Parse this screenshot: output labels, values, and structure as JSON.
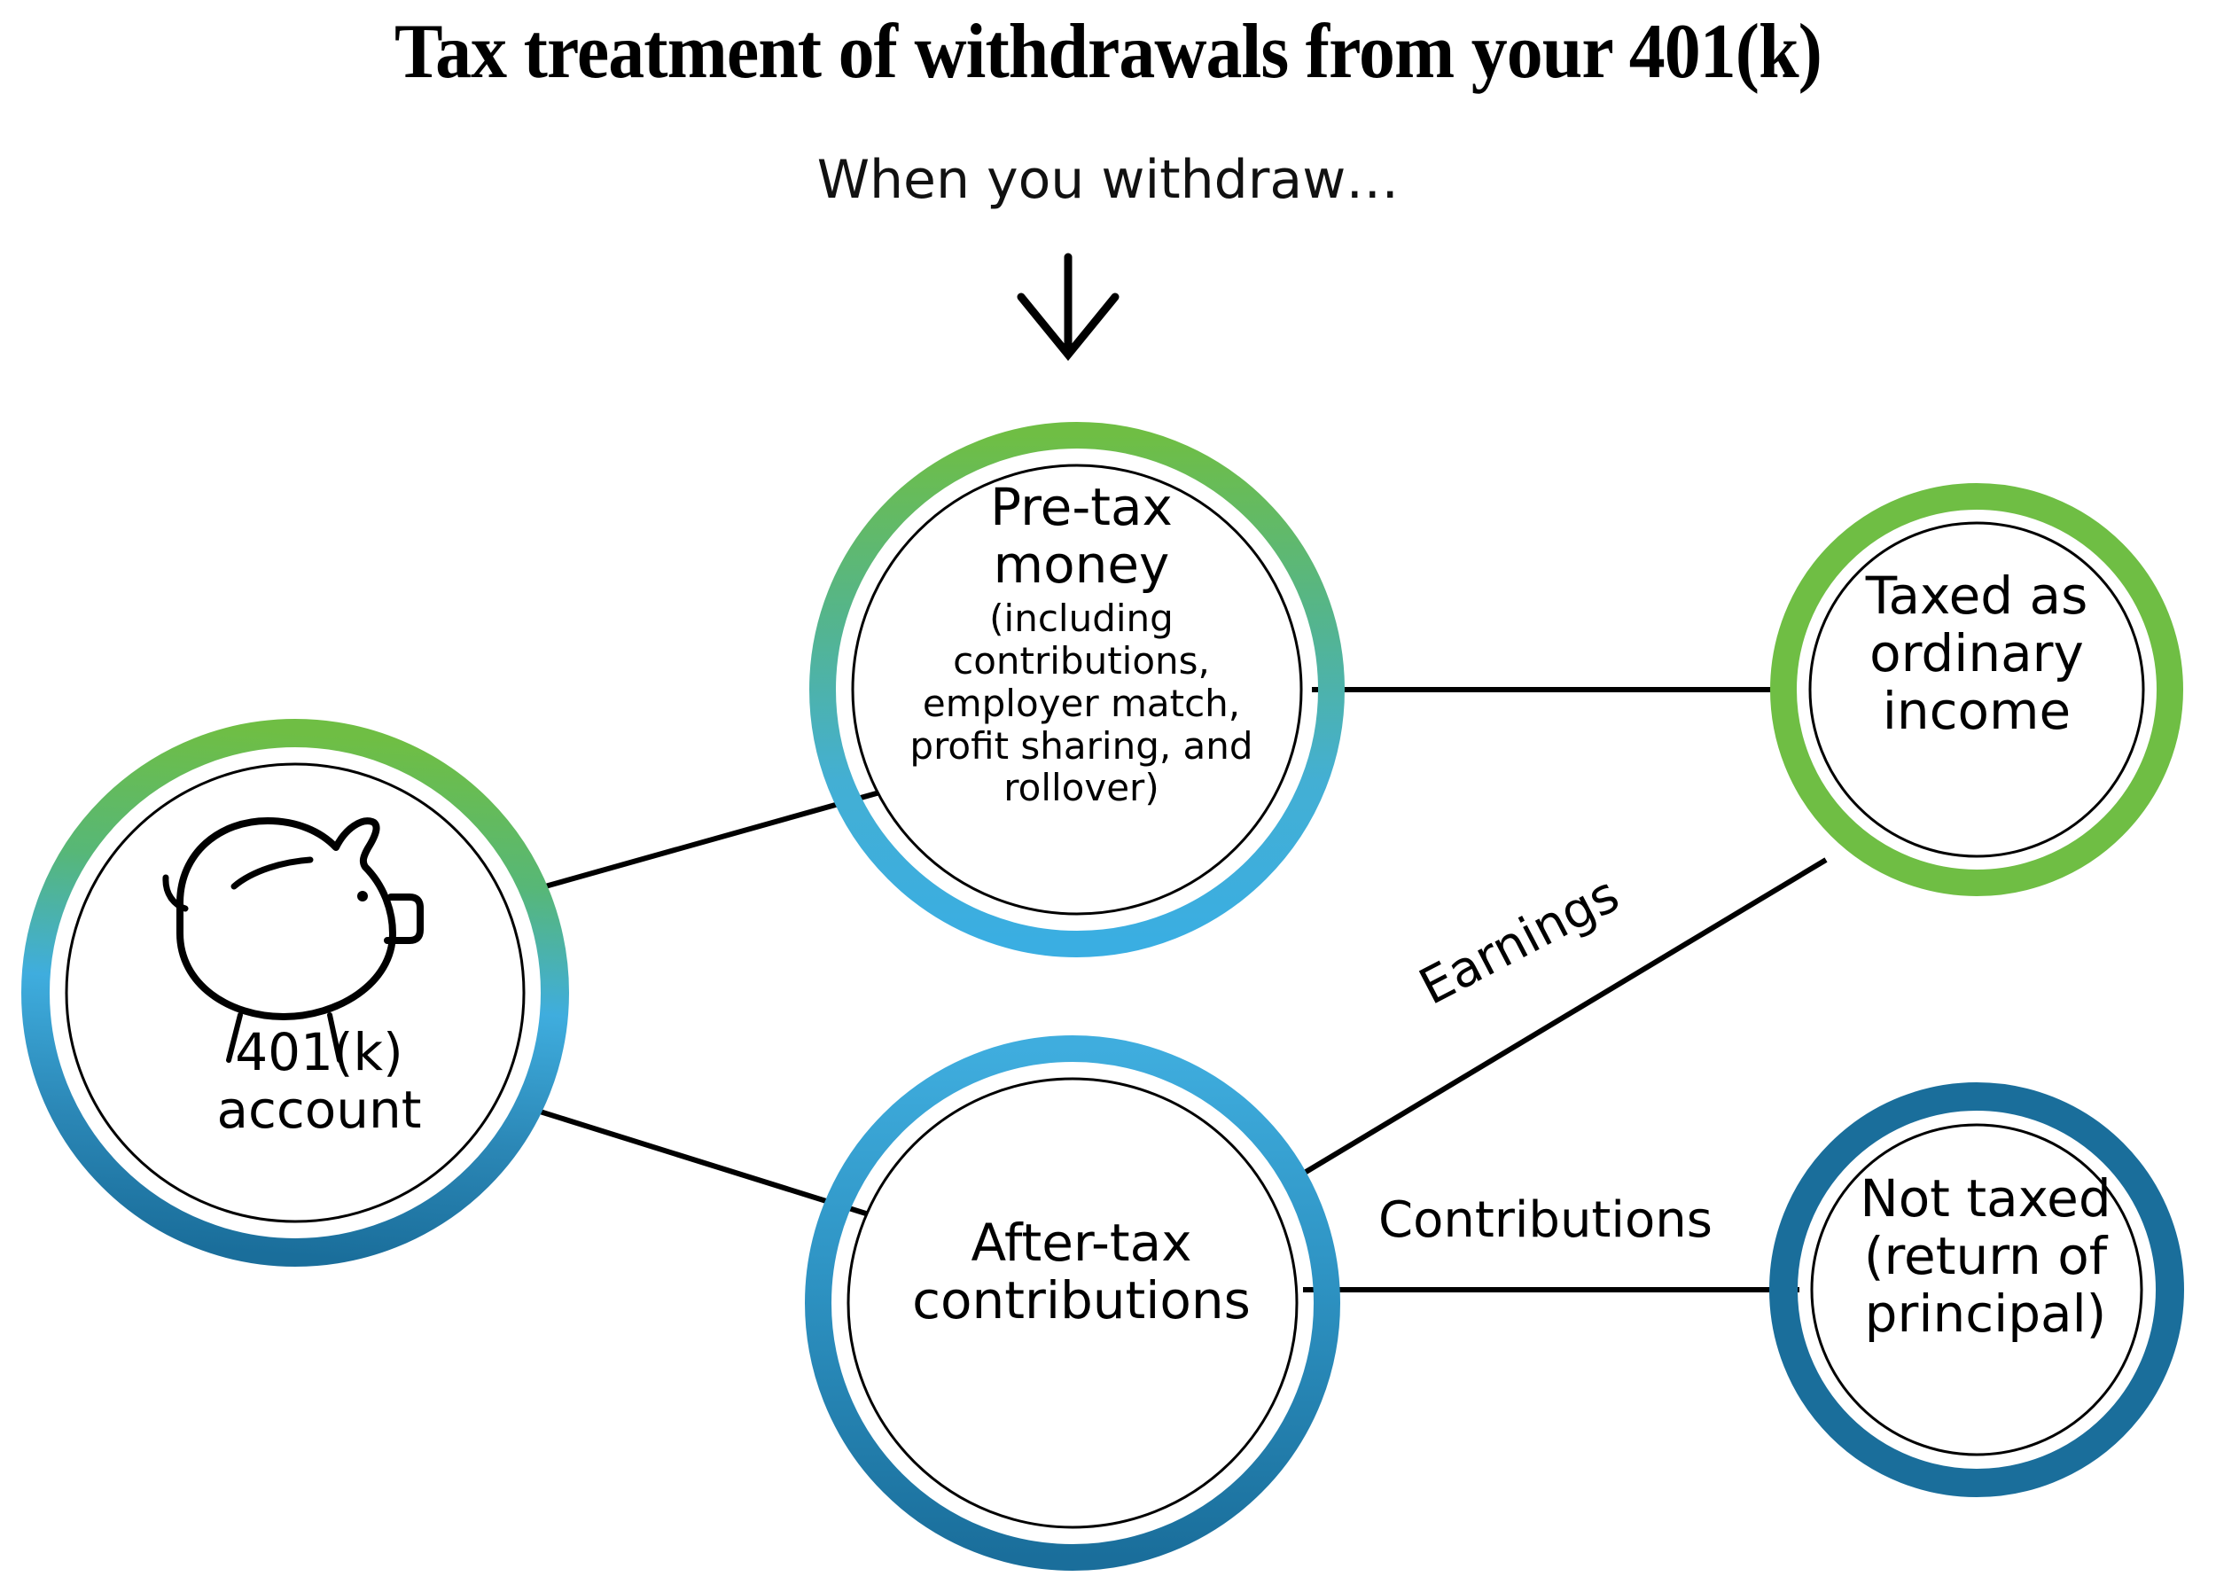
{
  "title": "Tax treatment of withdrawals from your 401(k)",
  "subtitle": "When you withdraw…",
  "arrow_icon": "down-arrow-icon",
  "colors": {
    "green": "#6FBE44",
    "teal": "#4FB49A",
    "light_blue": "#3FADDE",
    "dark_blue": "#1A6E9B",
    "outline": "#000000",
    "background": "#FFFFFF"
  },
  "nodes": [
    {
      "id": "account",
      "name": "401k-account",
      "main": "401(k)\naccount",
      "sub": "",
      "icon": "piggy-bank-icon",
      "ring": "green-to-dark-blue-gradient"
    },
    {
      "id": "pretax",
      "name": "pre-tax-money",
      "main": "Pre-tax\nmoney",
      "sub": "(including\ncontributions,\nemployer match,\nprofit sharing, and\nrollover)",
      "icon": "",
      "ring": "green-to-light-blue-gradient"
    },
    {
      "id": "aftertax",
      "name": "after-tax-contributions",
      "main": "After-tax\ncontributions",
      "sub": "",
      "icon": "",
      "ring": "light-blue-to-dark-blue-gradient"
    },
    {
      "id": "taxed",
      "name": "taxed-as-ordinary-income",
      "main": "Taxed as\nordinary\nincome",
      "sub": "",
      "icon": "",
      "ring": "solid-green"
    },
    {
      "id": "nottaxed",
      "name": "not-taxed-return-of-principal",
      "main": "Not taxed\n(return of\nprincipal)",
      "sub": "",
      "icon": "",
      "ring": "solid-dark-blue"
    }
  ],
  "edges": [
    {
      "from": "account",
      "to": "pretax",
      "label": ""
    },
    {
      "from": "account",
      "to": "aftertax",
      "label": ""
    },
    {
      "from": "pretax",
      "to": "taxed",
      "label": ""
    },
    {
      "from": "aftertax",
      "to": "taxed",
      "label": "Earnings"
    },
    {
      "from": "aftertax",
      "to": "nottaxed",
      "label": "Contributions"
    }
  ],
  "edge_labels": {
    "earnings": "Earnings",
    "contributions": "Contributions"
  }
}
